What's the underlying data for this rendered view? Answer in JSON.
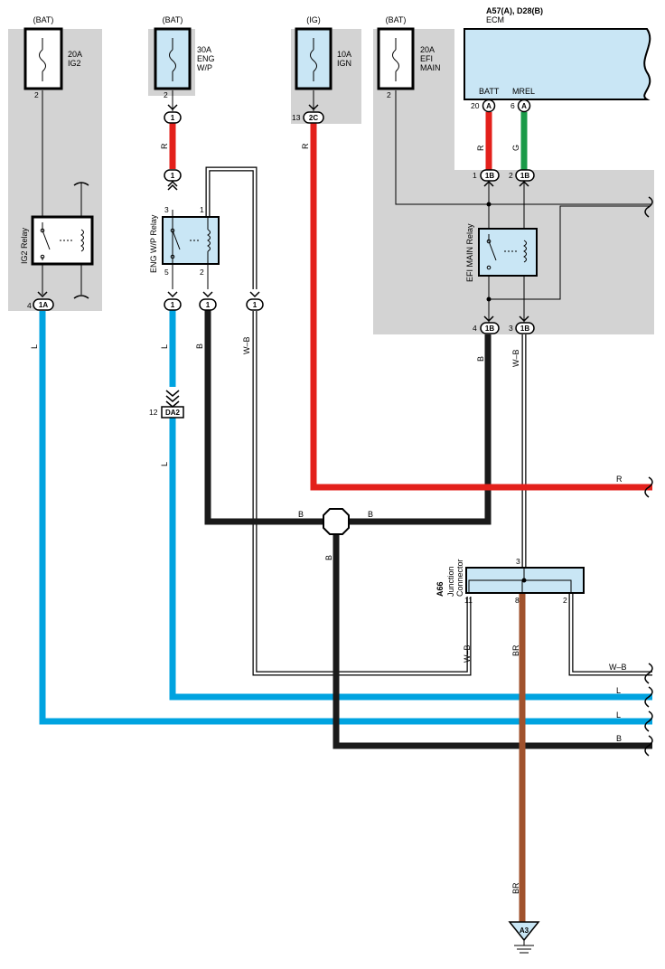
{
  "sources": {
    "bat1": "(BAT)",
    "bat2": "(BAT)",
    "ig": "(IG)",
    "bat3": "(BAT)"
  },
  "fuses": {
    "ig2": {
      "amp": "20A",
      "name": "IG2",
      "pin": "2"
    },
    "engwp": {
      "amp": "30A",
      "name1": "ENG",
      "name2": "W/P",
      "pin": "2"
    },
    "ign": {
      "amp": "10A",
      "name": "IGN"
    },
    "efi": {
      "amp": "20A",
      "name1": "EFI",
      "name2": "MAIN",
      "pin": "2"
    }
  },
  "ecm": {
    "code": "A57(A), D28(B)",
    "name": "ECM",
    "batt": "BATT",
    "mrel": "MREL",
    "batt_pin": "20",
    "mrel_pin": "6"
  },
  "relays": {
    "ig2": "IG2 Relay",
    "engwp": "ENG W/P Relay",
    "efi": "EFI MAIN Relay"
  },
  "junction": {
    "code": "A66",
    "name1": "Junction",
    "name2": "Connector"
  },
  "connectors": {
    "c_1": "1",
    "c_1a": "1A",
    "c_2c": "2C",
    "c_a": "A",
    "c_1b": "1B",
    "c_da2": "DA2",
    "c_a3": "A3"
  },
  "pins": {
    "p2": "2",
    "p4": "4",
    "p13": "13",
    "p1": "1",
    "p3": "3",
    "p5": "5",
    "p12": "12",
    "p11": "11",
    "p8": "8"
  },
  "wire_labels": {
    "r": "R",
    "g": "G",
    "l": "L",
    "b": "B",
    "wb": "W–B",
    "br": "BR"
  },
  "colors": {
    "red": "#e3201b",
    "green": "#1a9a48",
    "blue": "#00a3e0",
    "black": "#1a1a1a",
    "brown": "#a0522d",
    "box_fill": "#d3d3d3",
    "component_fill": "#c9e6f5"
  }
}
